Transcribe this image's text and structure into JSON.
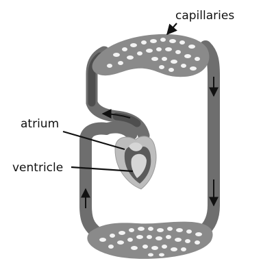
{
  "labels": {
    "capillaries": "capillaries",
    "atrium": "atrium",
    "ventricle": "ventricle"
  },
  "colors": {
    "vessel": "#7a7a7a",
    "vessel_dark": "#4a4a4a",
    "capillary_bed": "#8c8c8c",
    "heart_outer": "#bdbdbd",
    "heart_muscle": "#5a5a5a",
    "chamber": "#dcdcdc",
    "arrow": "#111111",
    "background": "#ffffff"
  }
}
